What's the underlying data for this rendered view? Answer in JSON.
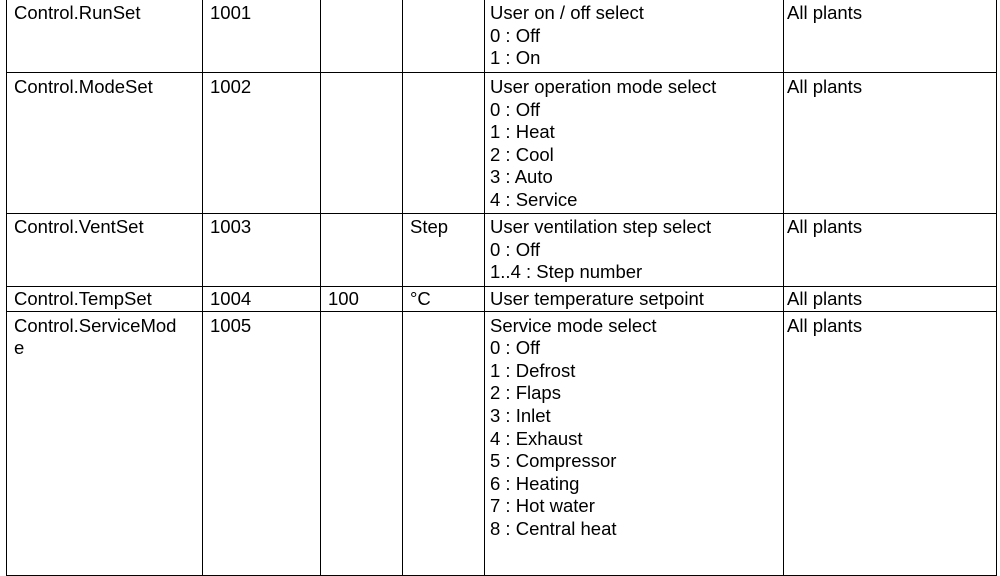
{
  "rows": [
    {
      "name": "Control.RunSet",
      "address": "1001",
      "factor": "",
      "unit": "",
      "description": [
        "User on / off select",
        "0 : Off",
        "1 : On"
      ],
      "applies": "All plants"
    },
    {
      "name": "Control.ModeSet",
      "address": "1002",
      "factor": "",
      "unit": "",
      "description": [
        "User operation mode select",
        "0 : Off",
        "1 : Heat",
        "2 : Cool",
        "3 : Auto",
        "4 : Service"
      ],
      "applies": "All plants"
    },
    {
      "name": "Control.VentSet",
      "address": "1003",
      "factor": "",
      "unit": "Step",
      "description": [
        "User ventilation step select",
        "0 : Off",
        "1..4 : Step number"
      ],
      "applies": "All plants"
    },
    {
      "name": "Control.TempSet",
      "address": "1004",
      "factor": "100",
      "unit": "°C",
      "description": [
        "User temperature setpoint"
      ],
      "applies": "All plants"
    },
    {
      "name": "Control.ServiceMode",
      "name_line1": "Control.ServiceMod",
      "name_line2": "e",
      "address": "1005",
      "factor": "",
      "unit": "",
      "description": [
        "Service mode select",
        "0 : Off",
        "1 : Defrost",
        "2 : Flaps",
        "3 : Inlet",
        "4 : Exhaust",
        "5 : Compressor",
        "6 : Heating",
        "7 : Hot water",
        "8 : Central heat"
      ],
      "applies": "All plants"
    }
  ]
}
